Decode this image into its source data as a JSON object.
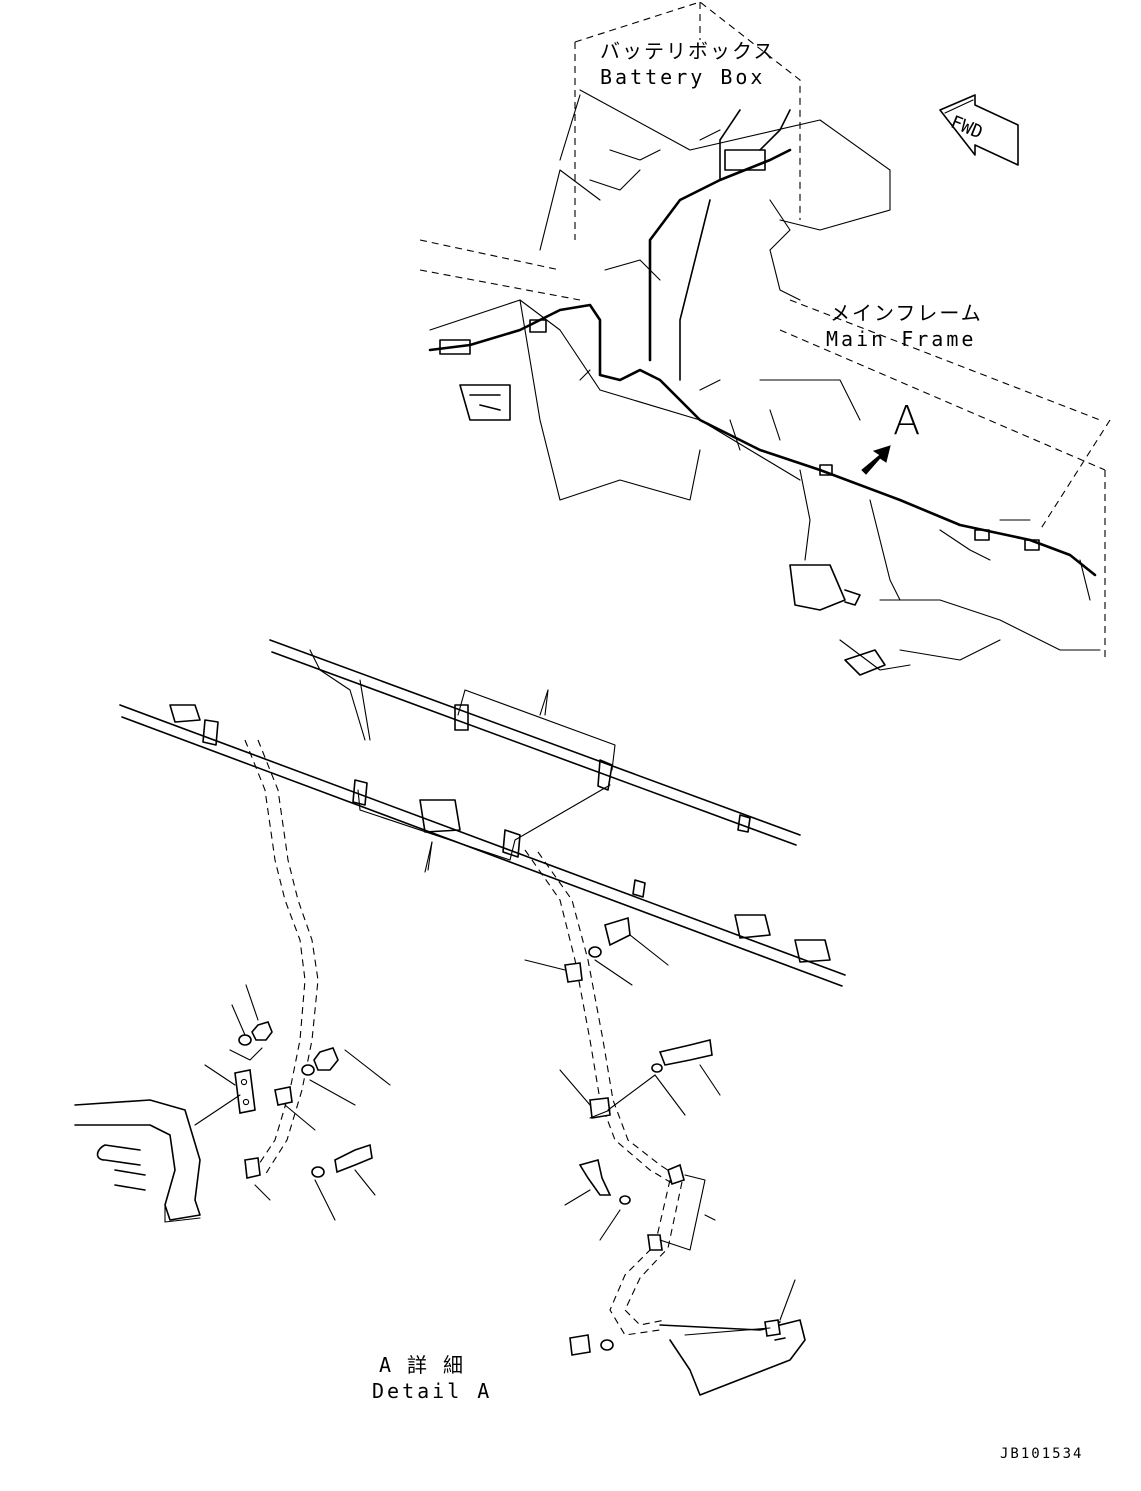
{
  "labels": {
    "battery_box_jp": "バッテリボックス",
    "battery_box_en": "Battery Box",
    "main_frame_jp": "メインフレーム",
    "main_frame_en": "Main Frame",
    "view_marker": "A",
    "fwd": "FWD",
    "detail_jp": "A 詳 細",
    "detail_en": "Detail A",
    "drawing_number": "JB101534"
  }
}
